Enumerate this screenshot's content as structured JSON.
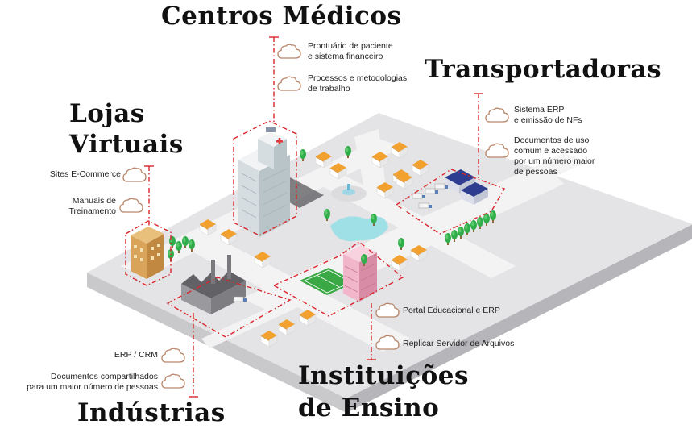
{
  "colors": {
    "accent": "#d9252c",
    "cloud_stroke": "#b9866a",
    "platform": "#e4e4e6",
    "platform_side": "#c9c9cc",
    "road": "#f2f2f3",
    "house_roof": "#f2a12e",
    "tree": "#2fae4a",
    "water": "#9fe0e6",
    "field": "#39a845"
  },
  "sections": {
    "centros_medicos": {
      "title": "Centros Médicos",
      "notes": [
        {
          "icon": "cloud-icon",
          "lines": [
            "Prontuário de paciente",
            "e sistema financeiro"
          ]
        },
        {
          "icon": "cloud-icon",
          "lines": [
            "Processos e metodologias",
            "de trabalho"
          ]
        }
      ]
    },
    "transportadoras": {
      "title": "Transportadoras",
      "notes": [
        {
          "icon": "cloud-icon",
          "lines": [
            "Sistema ERP",
            "e emissão de NFs"
          ]
        },
        {
          "icon": "cloud-icon",
          "lines": [
            "Documentos de uso",
            "comum e acessado",
            "por um número maior",
            "de pessoas"
          ]
        }
      ]
    },
    "lojas_virtuais": {
      "title_line1": "Lojas",
      "title_line2": "Virtuais",
      "notes": [
        {
          "icon": "cloud-icon",
          "lines": [
            "Sites E-Commerce"
          ]
        },
        {
          "icon": "cloud-icon",
          "lines": [
            "Manuais de",
            "Treinamento"
          ]
        }
      ]
    },
    "industrias": {
      "title": "Indústrias",
      "notes": [
        {
          "icon": "cloud-icon",
          "lines": [
            "ERP / CRM"
          ]
        },
        {
          "icon": "cloud-icon",
          "lines": [
            "Documentos compartilhados",
            "para um maior número de pessoas"
          ]
        }
      ]
    },
    "instituicoes_ensino": {
      "title_line1": "Instituições",
      "title_line2": "de Ensino",
      "notes": [
        {
          "icon": "cloud-icon",
          "lines": [
            "Portal Educacional e ERP"
          ]
        },
        {
          "icon": "cloud-icon",
          "lines": [
            "Replicar Servidor de Arquivos"
          ]
        }
      ]
    }
  }
}
